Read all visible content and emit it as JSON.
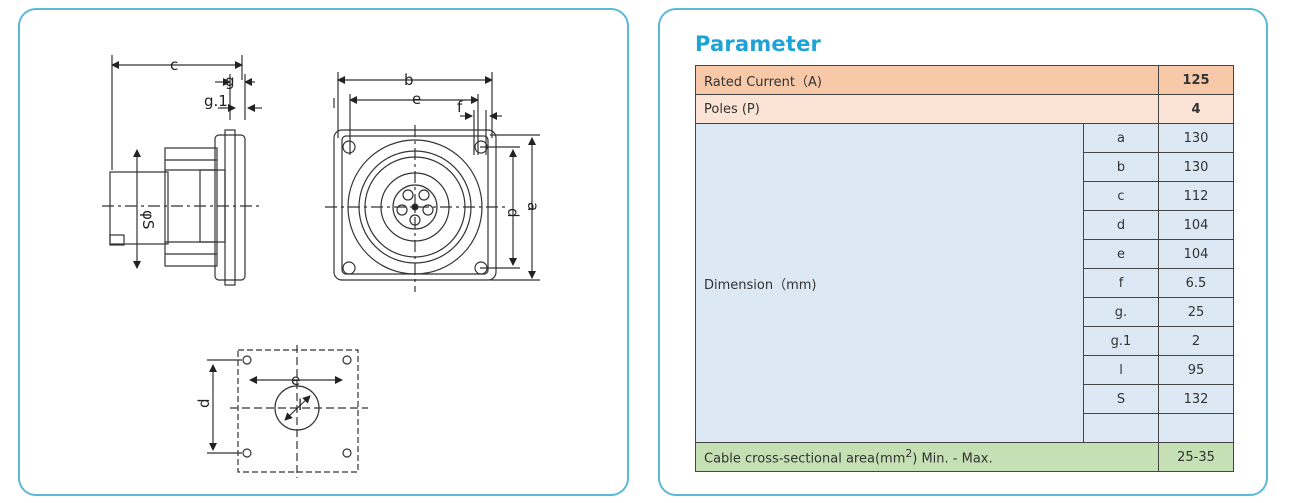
{
  "drawing": {
    "labels": {
      "c": "c",
      "g": "g",
      "g1": "g.1",
      "s": "φS",
      "b": "b",
      "e": "e",
      "f": "f",
      "a": "a",
      "d": "d",
      "e2": "e",
      "d2": "d",
      "l": "l"
    }
  },
  "parameter": {
    "title": "Parameter",
    "rated_current_label": "Rated Current（A)",
    "rated_current_value": "125",
    "poles_label": "Poles (P)",
    "poles_value": "4",
    "dimension_label": "Dimension（mm)",
    "dimensions": [
      {
        "symbol": "a",
        "value": "130"
      },
      {
        "symbol": "b",
        "value": "130"
      },
      {
        "symbol": "c",
        "value": "112"
      },
      {
        "symbol": "d",
        "value": "104"
      },
      {
        "symbol": "e",
        "value": "104"
      },
      {
        "symbol": "f",
        "value": "6.5"
      },
      {
        "symbol": "g.",
        "value": "25"
      },
      {
        "symbol": "g.1",
        "value": "2"
      },
      {
        "symbol": "l",
        "value": "95"
      },
      {
        "symbol": "S",
        "value": "132"
      },
      {
        "symbol": "",
        "value": ""
      }
    ],
    "cable_label": "Cable cross-sectional area(mm",
    "cable_sup": "2",
    "cable_label_tail": ") Min. - Max.",
    "cable_value": "25-35"
  }
}
